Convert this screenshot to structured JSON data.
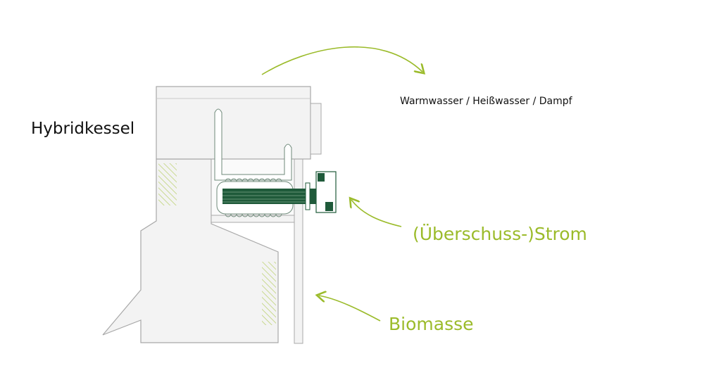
{
  "title": "Hybridkessel",
  "labels": {
    "output": "Warmwasser / Heißwasser / Dampf",
    "power": "(Überschuss-)Strom",
    "biomass": "Biomasse"
  },
  "colors": {
    "accent": "#9bbb2a",
    "heater": "#1f5a3a",
    "body_fill": "#f3f3f3",
    "outline": "#a8a8a8"
  }
}
